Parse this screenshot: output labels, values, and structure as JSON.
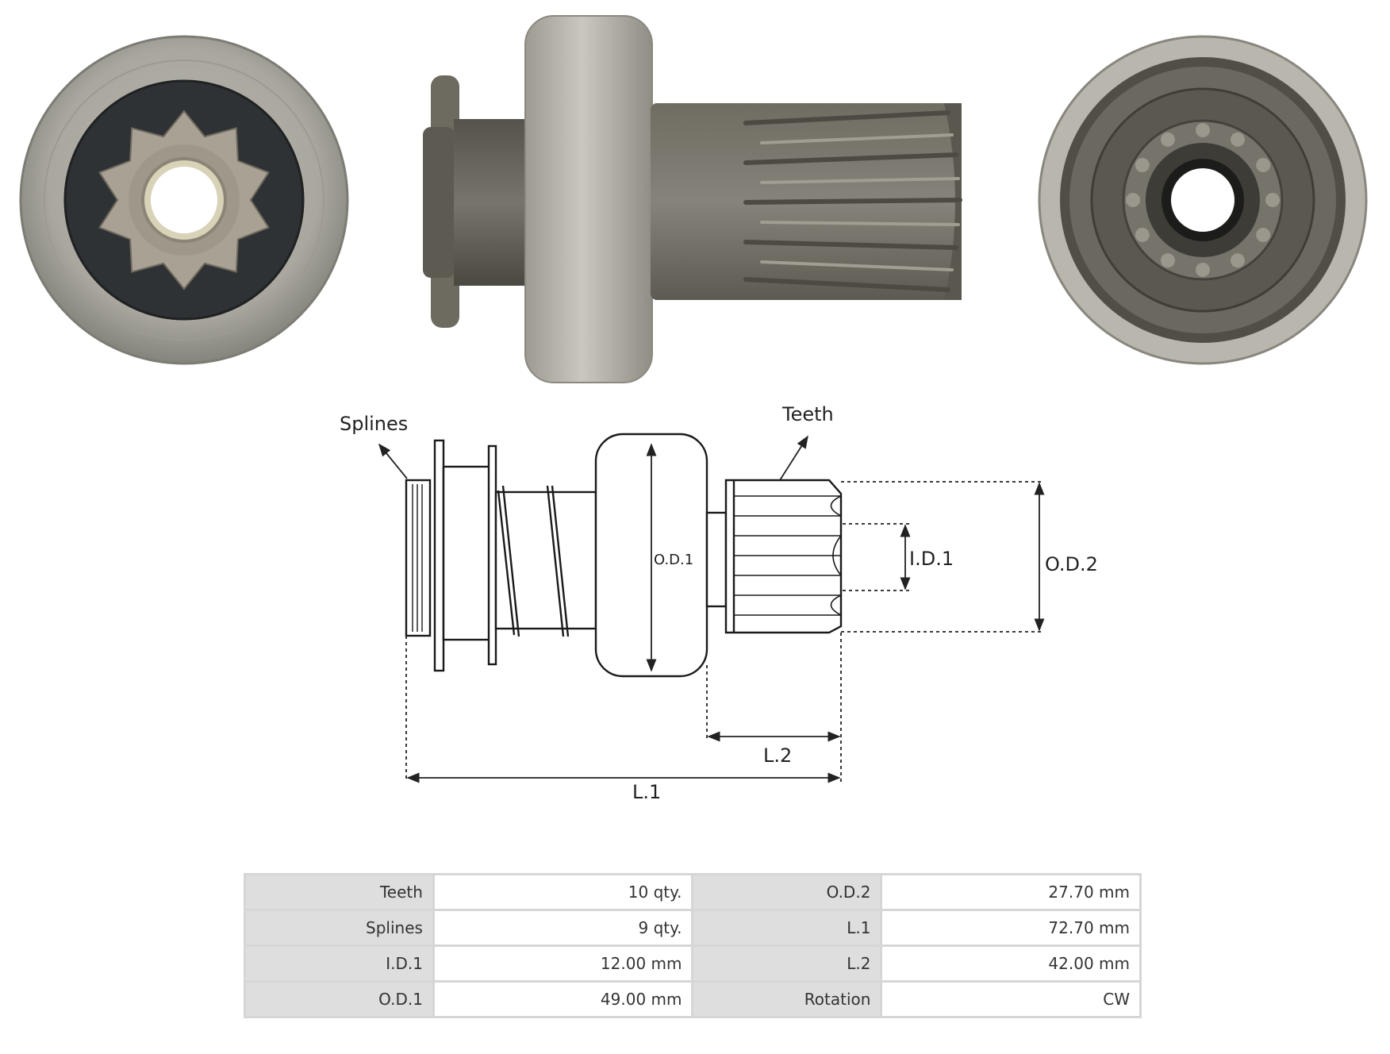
{
  "labels": {
    "splines": "Splines",
    "teeth": "Teeth",
    "od1": "O.D.1",
    "od2": "O.D.2",
    "id1": "I.D.1",
    "l1": "L.1",
    "l2": "L.2"
  },
  "specs": [
    {
      "label_a": "Teeth",
      "value_a": "10 qty.",
      "label_b": "O.D.2",
      "value_b": "27.70 mm"
    },
    {
      "label_a": "Splines",
      "value_a": "9 qty.",
      "label_b": "L.1",
      "value_b": "72.70 mm"
    },
    {
      "label_a": "I.D.1",
      "value_a": "12.00 mm",
      "label_b": "L.2",
      "value_b": "42.00 mm"
    },
    {
      "label_a": "O.D.1",
      "value_a": "49.00 mm",
      "label_b": "Rotation",
      "value_b": "CW"
    }
  ]
}
